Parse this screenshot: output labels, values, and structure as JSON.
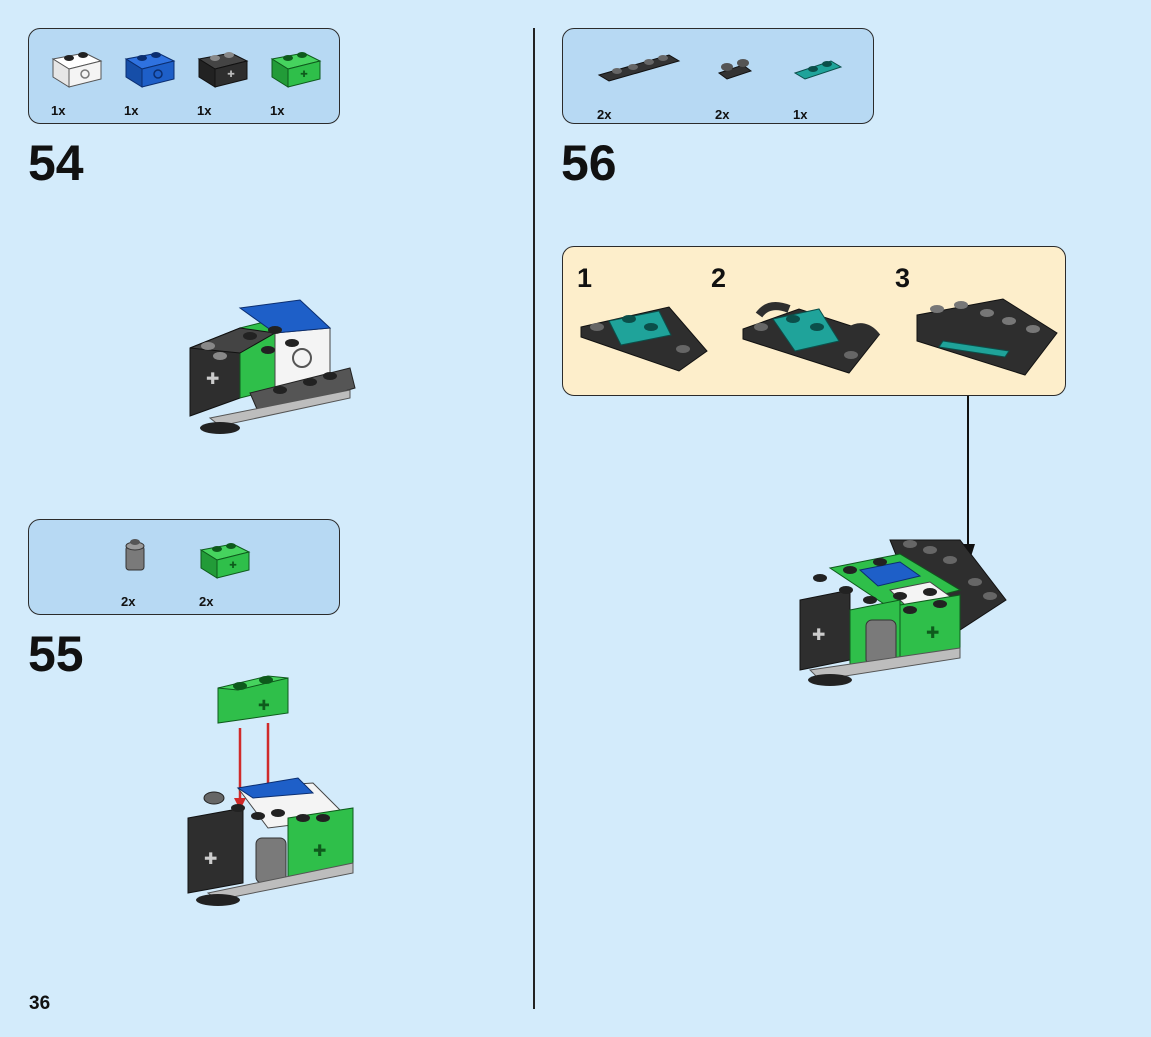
{
  "page_number": "36",
  "step54": {
    "number": "54",
    "parts": [
      {
        "color_name": "white",
        "color": "#f4f4f4",
        "qty": "1x"
      },
      {
        "color_name": "blue",
        "color": "#1e5fc8",
        "qty": "1x"
      },
      {
        "color_name": "black",
        "color": "#2e2e2e",
        "qty": "1x"
      },
      {
        "color_name": "green",
        "color": "#2fbf4a",
        "qty": "1x"
      }
    ]
  },
  "step55": {
    "number": "55",
    "parts": [
      {
        "color_name": "dark-gray",
        "color": "#7a7a7a",
        "qty": "2x"
      },
      {
        "color_name": "green",
        "color": "#2fbf4a",
        "qty": "2x"
      }
    ]
  },
  "step56": {
    "number": "56",
    "parts": [
      {
        "color_name": "black",
        "color": "#2e2e2e",
        "qty": "2x"
      },
      {
        "color_name": "black",
        "color": "#2e2e2e",
        "qty": "2x"
      },
      {
        "color_name": "teal",
        "color": "#1fa39a",
        "qty": "1x"
      }
    ],
    "substeps": [
      "1",
      "2",
      "3"
    ]
  },
  "colors": {
    "background": "#d3ebfb",
    "parts_box": "#b7d9f3",
    "callout": "#fdeecb",
    "arrow_red": "#d02a2a"
  }
}
